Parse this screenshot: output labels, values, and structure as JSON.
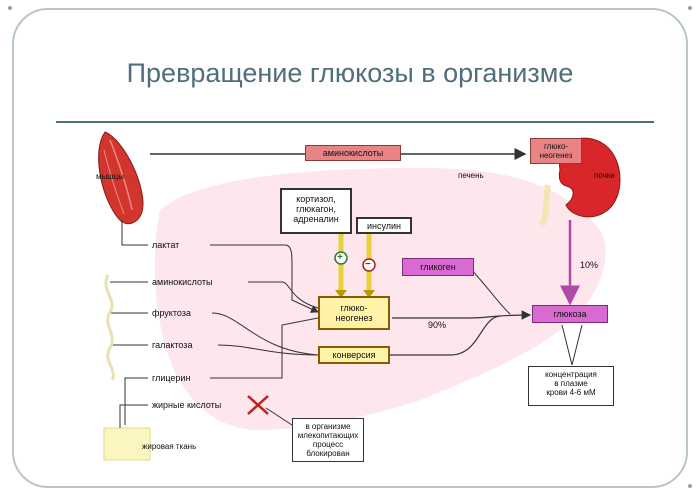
{
  "title": "Превращение глюкозы в организме",
  "labels": {
    "muscle": "мышцы",
    "aminoacids_top": "аминокислоты",
    "liver": "печень",
    "kidneys": "почки",
    "gluconeo_kidney": "глюко-\nнеогенез",
    "hormones": "кортизол,\nглюкагон,\nадреналин",
    "insulin": "инсулин",
    "plus": "+",
    "minus": "−",
    "glycogen": "гликоген",
    "percent_10": "10%",
    "lactate": "лактат",
    "aminoacids": "аминокислоты",
    "fructose": "фруктоза",
    "galactose": "галактоза",
    "glycerol": "глицерин",
    "fatty_acids": "жирные кислоты",
    "adipose": "жировая ткань",
    "gluconeo_liver": "глюко-\nнеогенез",
    "conversion": "конверсия",
    "percent_90": "90%",
    "glucose": "глюкоза",
    "blood_conc": "концентрация\nв плазме\nкрови 4-6 мМ",
    "blocked_note": "в организме\nмлекопитающих\nпроцесс\nблокирован"
  },
  "colors": {
    "title": "#4f6f7a",
    "liver_fill": "#fde6ec",
    "muscle": "#d2342e",
    "kidney": "#d8262b",
    "arrow": "#333333",
    "insulin_arrow": "#e8d23a",
    "magenta_arrow": "#b04aa8"
  }
}
